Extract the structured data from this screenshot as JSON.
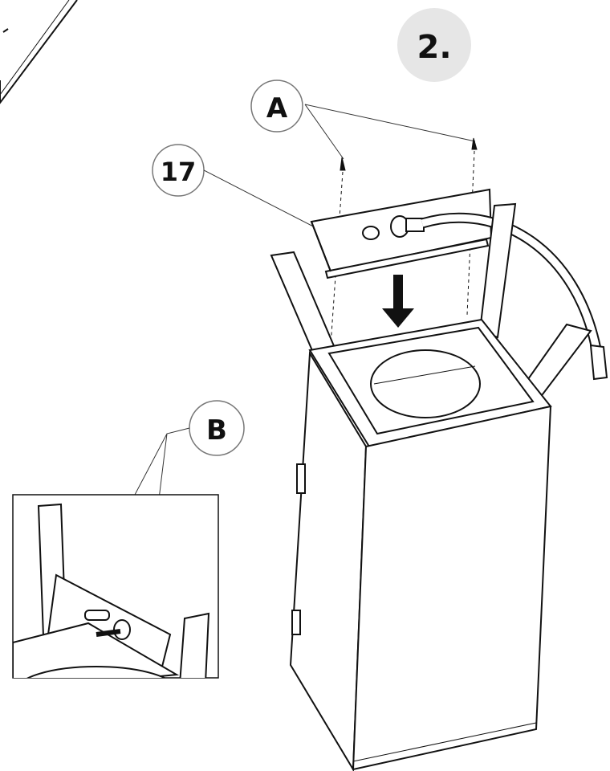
{
  "step": {
    "label": "2.",
    "badge_color": "#e6e6e6"
  },
  "callouts": {
    "a": {
      "label": "A"
    },
    "part17": {
      "label": "17"
    },
    "b": {
      "label": "B"
    }
  },
  "colors": {
    "line": "#111111",
    "panel": "#ffffff"
  },
  "icons": [
    "down-arrow-icon"
  ]
}
